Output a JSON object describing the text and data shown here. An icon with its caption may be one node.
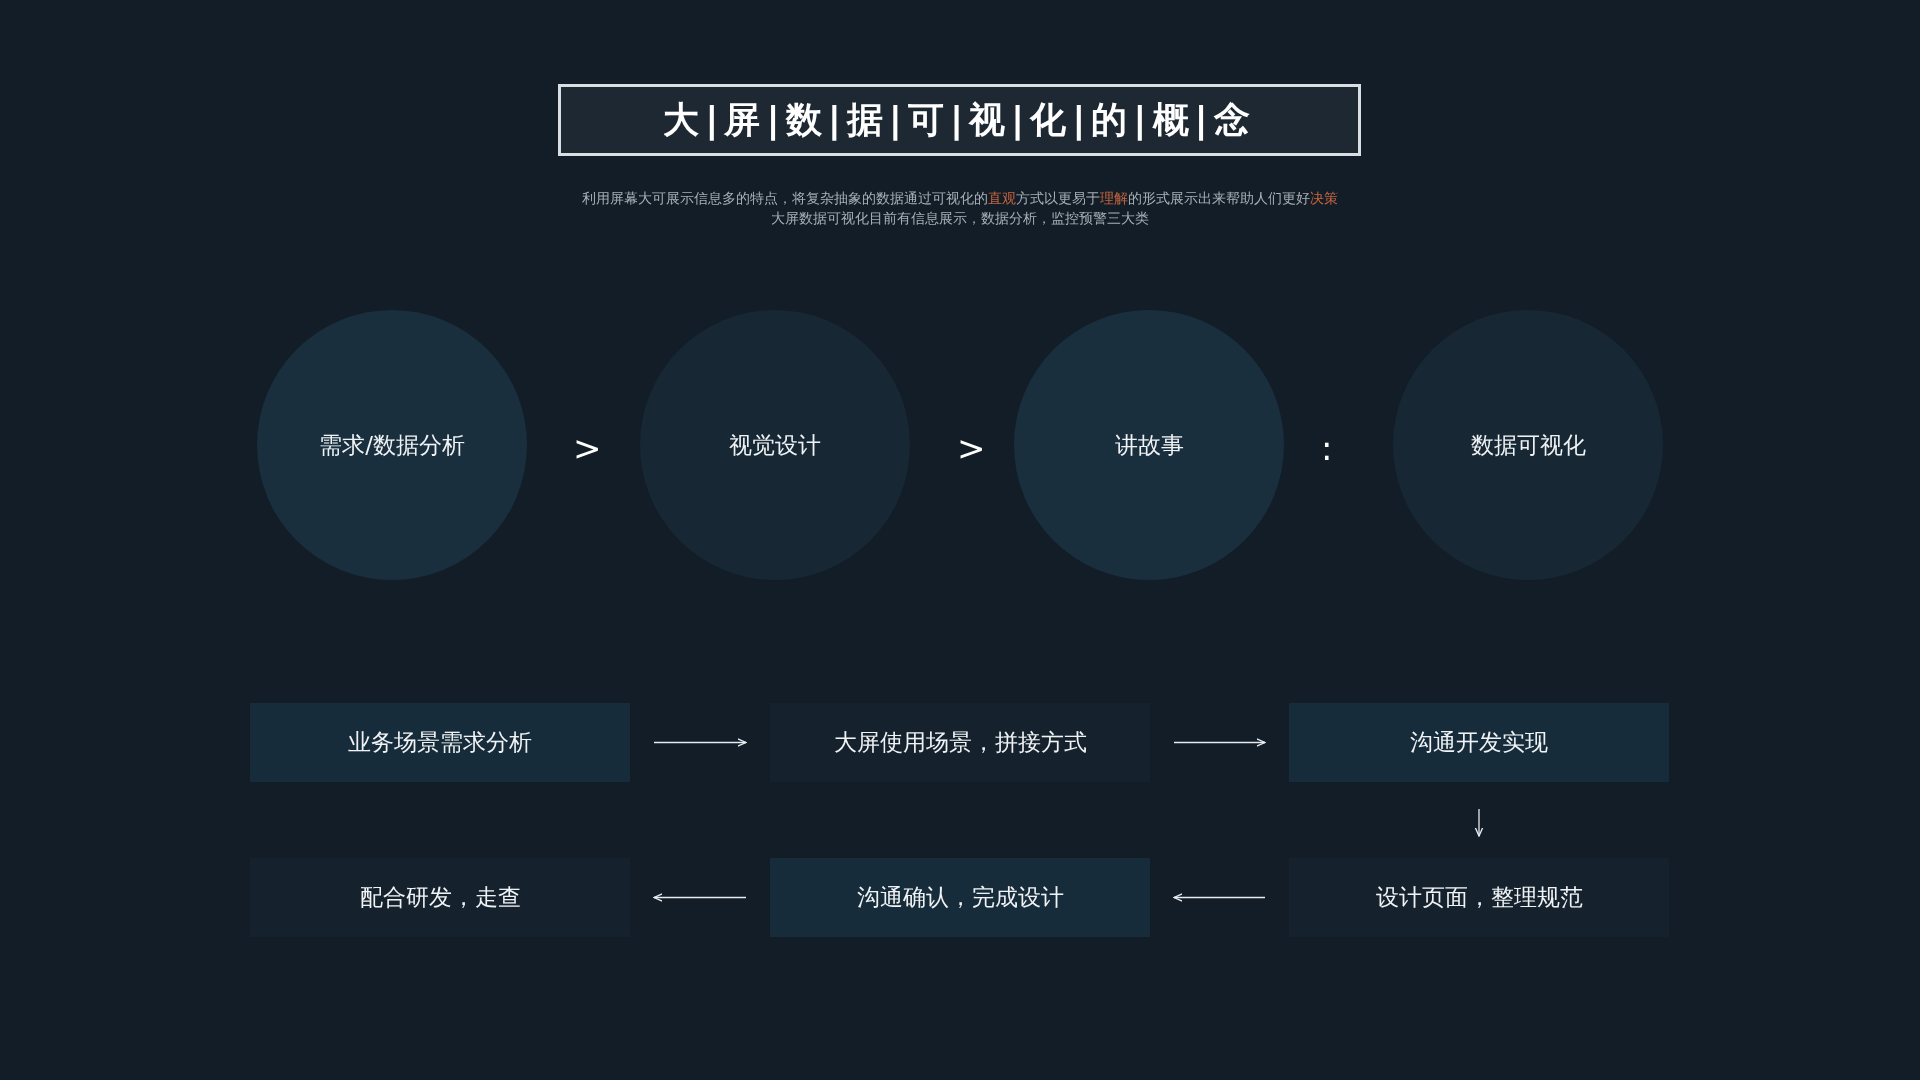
{
  "diagram": {
    "title": "大|屏|数|据|可|视|化|的|概|念",
    "nodes": [
      {
        "text": [
          "需求/数据分析"
        ]
      },
      {
        "text": [
          "视觉设计"
        ]
      },
      {
        "text": [
          "讲故事"
        ]
      },
      {
        "text": [
          "数据可视化"
        ]
      },
      {
        "text": [
          "业务场景需求分析"
        ]
      },
      {
        "text": [
          "大屏使用场景，拼接方式"
        ]
      },
      {
        "text": [
          "沟通开发实现"
        ]
      },
      {
        "text": [
          "配合研发，走查"
        ]
      },
      {
        "text": [
          "沟通确认，完成设计"
        ]
      },
      {
        "text": [
          "设计页面，整理规范"
        ]
      }
    ],
    "edges": [
      {
        "from": 4,
        "to": 5,
        "arrow": "to"
      },
      {
        "from": 5,
        "to": 6,
        "arrow": "to"
      },
      {
        "from": 6,
        "to": 9,
        "arrow": "to"
      },
      {
        "from": 9,
        "to": 8,
        "arrow": "to"
      },
      {
        "from": 8,
        "to": 7,
        "arrow": "to"
      }
    ],
    "labels": [
      "利用屏幕大可展示信息多的特点，将复杂抽象的数据通过可视化的**直观**方式以更易于**理解**的形式展示出来帮助人们更好**决策**",
      "大屏数据可视化目前有信息展示，数据分析，监控预警三大类",
      ">",
      ">",
      ":"
    ]
  }
}
